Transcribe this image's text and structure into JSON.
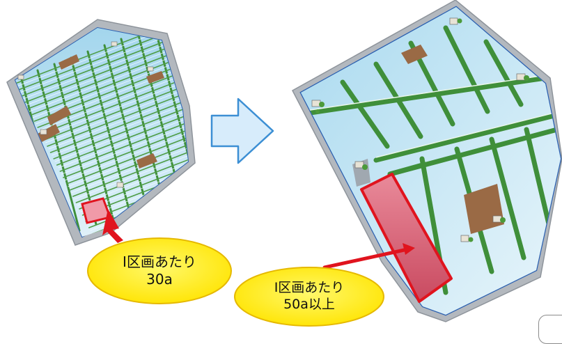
{
  "diagram": {
    "before": {
      "callout_line1": "Ⅰ区画あたり",
      "callout_line2": "30a"
    },
    "after": {
      "callout_line1": "Ⅰ区画あたり",
      "callout_line2": "50a以上"
    },
    "colors": {
      "field_water": "#bfe3f2",
      "field_soil": "#9a6a45",
      "levee_green": "#3f8f3a",
      "road_gray": "#a7adb6",
      "canal_blue": "#2a5fb0",
      "highlight_red": "#e0141e",
      "arrow_fill": "#d7ecfb",
      "arrow_stroke": "#3c8fd4",
      "callout_yellow": "#fff200",
      "callout_border": "#e5b800"
    }
  }
}
